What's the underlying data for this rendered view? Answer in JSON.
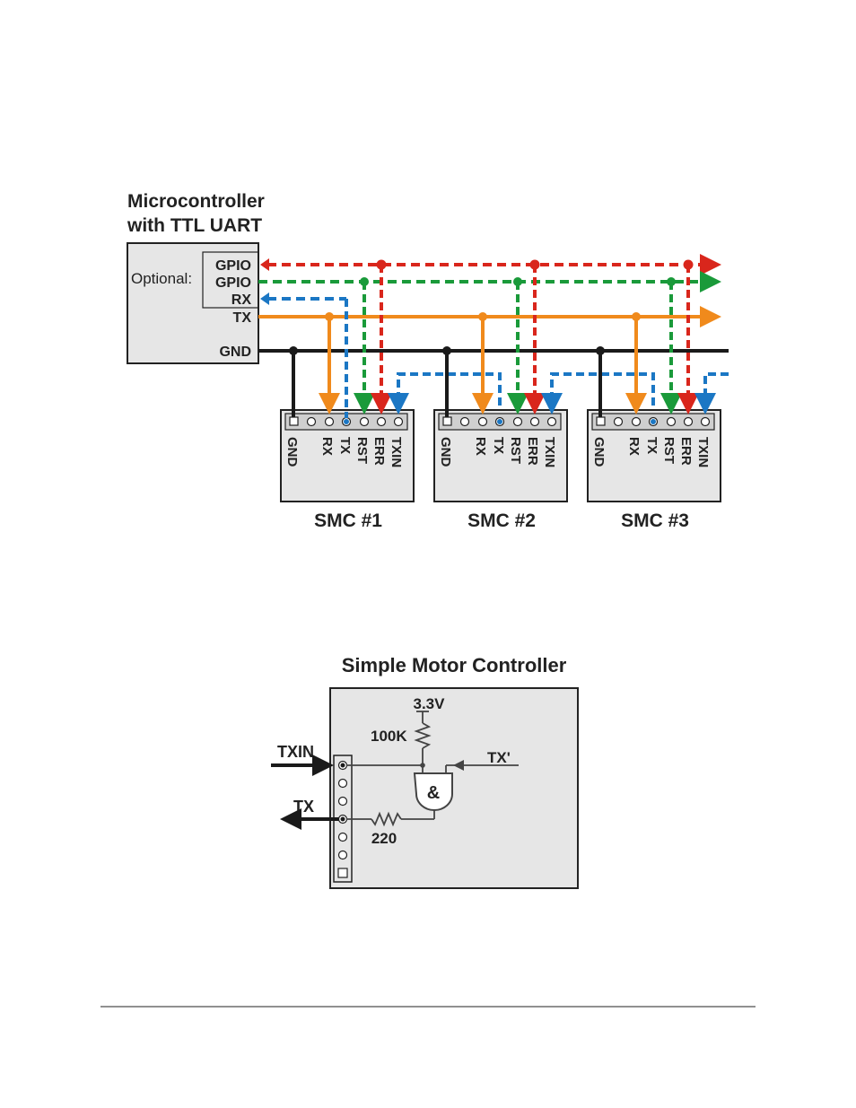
{
  "diagram1": {
    "title_line1": "Microcontroller",
    "title_line2": "with TTL UART",
    "optional_label": "Optional:",
    "mcu_pins": [
      "GPIO",
      "GPIO",
      "RX",
      "TX",
      "GND"
    ],
    "board_pins": [
      "GND",
      "RX",
      "TX",
      "RST",
      "ERR",
      "TXIN"
    ],
    "boards": [
      {
        "label": "SMC #1"
      },
      {
        "label": "SMC #2"
      },
      {
        "label": "SMC #3"
      }
    ],
    "colors": {
      "err": "#d9261c",
      "rst": "#1a9a3a",
      "tx_rx": "#1b77c4",
      "tx_line": "#f08a1c",
      "gnd": "#1a1a1a",
      "board_fill": "#e6e6e6"
    }
  },
  "diagram2": {
    "title": "Simple Motor Controller",
    "voltage": "3.3V",
    "resistor_pullup": "100K",
    "resistor_series": "220",
    "txin": "TXIN",
    "tx": "TX",
    "tx_prime": "TX'",
    "gate_symbol": "&"
  }
}
